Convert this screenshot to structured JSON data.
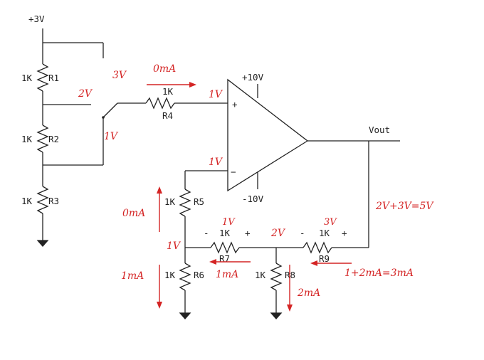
{
  "supply": {
    "pos3v": "+3V",
    "pos10v": "+10V",
    "neg10v": "-10V"
  },
  "output": {
    "label": "Vout"
  },
  "resistors": {
    "r1": {
      "name": "R1",
      "value": "1K"
    },
    "r2": {
      "name": "R2",
      "value": "1K"
    },
    "r3": {
      "name": "R3",
      "value": "1K"
    },
    "r4": {
      "name": "R4",
      "value": "1K"
    },
    "r5": {
      "name": "R5",
      "value": "1K"
    },
    "r6": {
      "name": "R6",
      "value": "1K"
    },
    "r7": {
      "name": "R7",
      "value": "1K"
    },
    "r8": {
      "name": "R8",
      "value": "1K"
    },
    "r9": {
      "name": "R9",
      "value": "1K"
    }
  },
  "opamp": {
    "plus": "+",
    "minus": "−"
  },
  "polarity": {
    "r7_minus": "-",
    "r7_plus": "+",
    "r9_minus": "-",
    "r9_plus": "+"
  },
  "annotations": {
    "v_top": "3V",
    "v_mid": "2V",
    "i_r4": "0mA",
    "v_r4_right": "1V",
    "v_wiper": "1V",
    "v_inv": "1V",
    "i_r5": "0mA",
    "v_r7_top": "1V",
    "v_node_left": "1V",
    "v_node_mid": "2V",
    "v_r9_top": "3V",
    "i_r6": "1mA",
    "i_r7": "1mA",
    "i_r8": "2mA",
    "i_r9": "1+2mA=3mA",
    "vout_eq": "2V+3V=5V"
  },
  "colors": {
    "ink": "#222222",
    "annotation": "#d42424"
  }
}
